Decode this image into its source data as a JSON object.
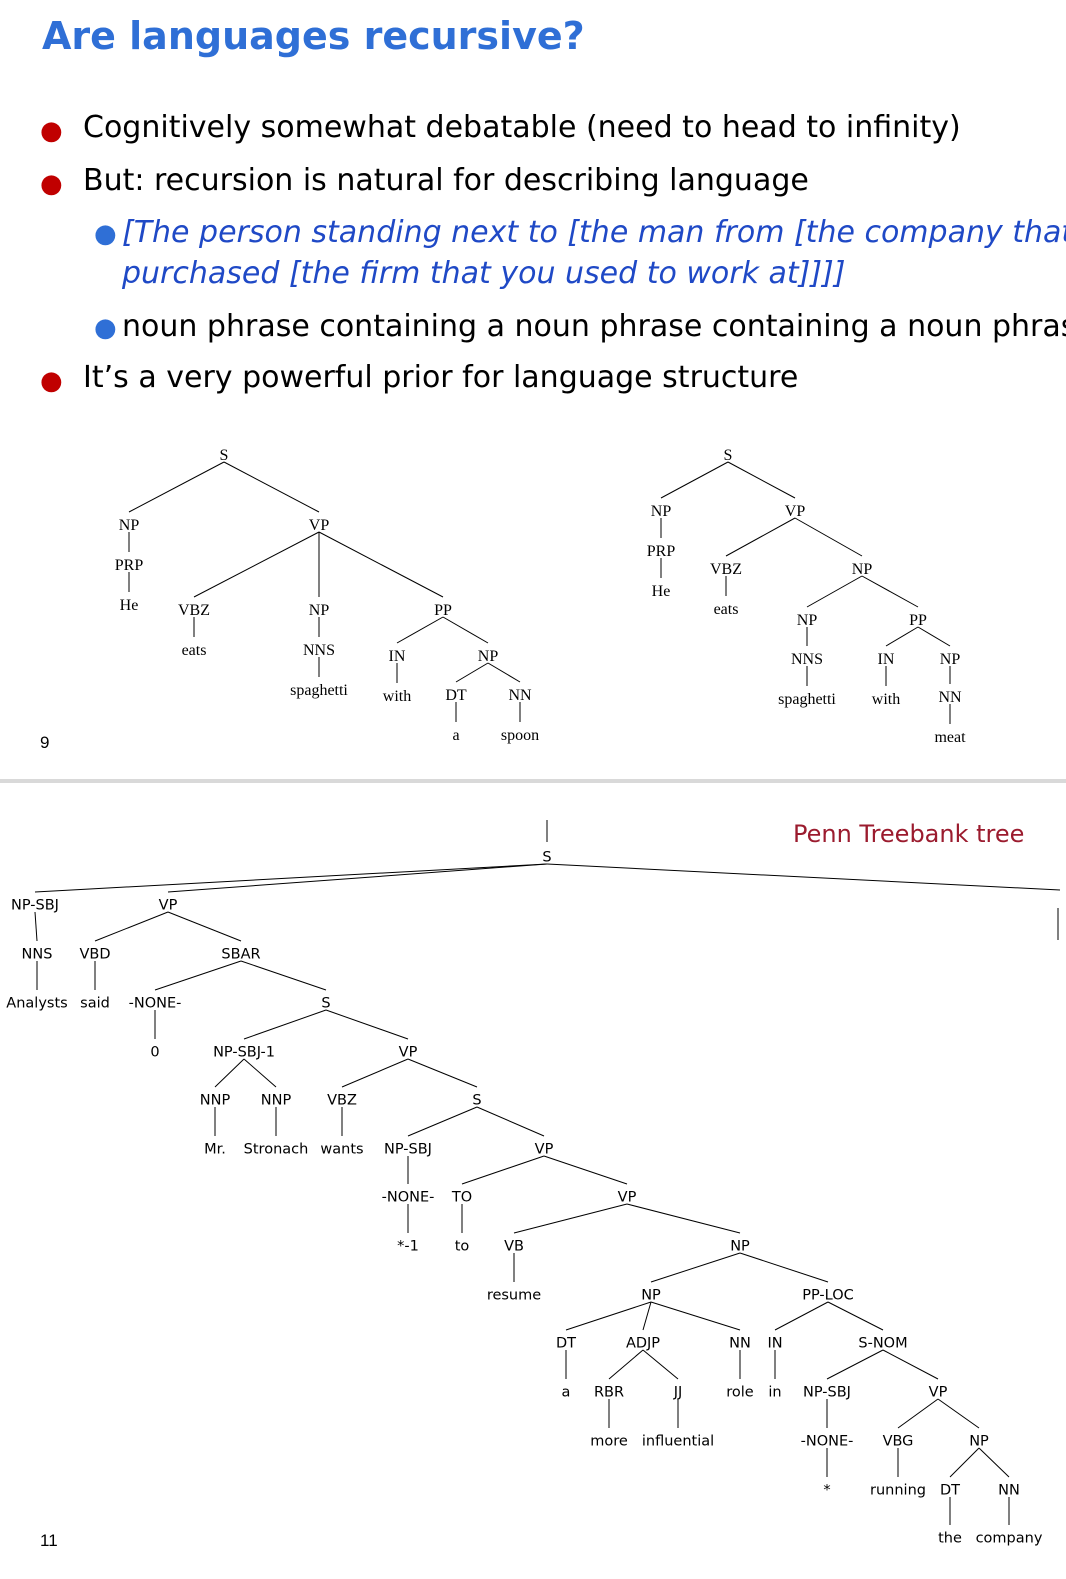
{
  "slide9": {
    "title": "Are languages recursive?",
    "bullets": [
      "Cognitively somewhat debatable (need to head to infinity)",
      "But: recursion is natural for describing language"
    ],
    "sub_bullets": [
      "[The person standing next to [the man from [the company that",
      "purchased [the firm that you used to work at]]]]",
      "noun phrase containing a noun phrase containing a noun phrase"
    ],
    "last_bullet": "It’s a very powerful prior for language structure",
    "page_number": "9"
  },
  "slide11": {
    "note": "Penn Treebank tree",
    "page_number": "11"
  },
  "tree_left": {
    "nodes": [
      {
        "id": "S",
        "t": "S"
      },
      {
        "id": "NP",
        "t": "NP"
      },
      {
        "id": "VP",
        "t": "VP"
      },
      {
        "id": "PRP",
        "t": "PRP"
      },
      {
        "id": "He",
        "t": "He"
      },
      {
        "id": "VBZ",
        "t": "VBZ"
      },
      {
        "id": "eats",
        "t": "eats"
      },
      {
        "id": "NP2",
        "t": "NP"
      },
      {
        "id": "NNS",
        "t": "NNS"
      },
      {
        "id": "spag",
        "t": "spaghetti"
      },
      {
        "id": "PP",
        "t": "PP"
      },
      {
        "id": "IN",
        "t": "IN"
      },
      {
        "id": "with",
        "t": "with"
      },
      {
        "id": "NP3",
        "t": "NP"
      },
      {
        "id": "DT",
        "t": "DT"
      },
      {
        "id": "a",
        "t": "a"
      },
      {
        "id": "NN",
        "t": "NN"
      },
      {
        "id": "spoon",
        "t": "spoon"
      }
    ]
  },
  "tree_right": {
    "nodes": [
      {
        "id": "S",
        "t": "S"
      },
      {
        "id": "NP",
        "t": "NP"
      },
      {
        "id": "VP",
        "t": "VP"
      },
      {
        "id": "PRP",
        "t": "PRP"
      },
      {
        "id": "He",
        "t": "He"
      },
      {
        "id": "VBZ",
        "t": "VBZ"
      },
      {
        "id": "eats",
        "t": "eats"
      },
      {
        "id": "NP2",
        "t": "NP"
      },
      {
        "id": "NP3",
        "t": "NP"
      },
      {
        "id": "NNS",
        "t": "NNS"
      },
      {
        "id": "spag",
        "t": "spaghetti"
      },
      {
        "id": "PP",
        "t": "PP"
      },
      {
        "id": "IN",
        "t": "IN"
      },
      {
        "id": "with",
        "t": "with"
      },
      {
        "id": "NP4",
        "t": "NP"
      },
      {
        "id": "NN",
        "t": "NN"
      },
      {
        "id": "meat",
        "t": "meat"
      }
    ]
  },
  "tree_ptb": {
    "nodes": [
      {
        "id": "S0",
        "t": "S"
      },
      {
        "id": "NPSBJ",
        "t": "NP-SBJ"
      },
      {
        "id": "NNS",
        "t": "NNS"
      },
      {
        "id": "Analysts",
        "t": "Analysts"
      },
      {
        "id": "VP1",
        "t": "VP"
      },
      {
        "id": "VBD",
        "t": "VBD"
      },
      {
        "id": "said",
        "t": "said"
      },
      {
        "id": "SBAR",
        "t": "SBAR"
      },
      {
        "id": "NONE1",
        "t": "-NONE-"
      },
      {
        "id": "zero",
        "t": "0"
      },
      {
        "id": "S1",
        "t": "S"
      },
      {
        "id": "NPSBJ1",
        "t": "NP-SBJ-1"
      },
      {
        "id": "NNP1",
        "t": "NNP"
      },
      {
        "id": "Mr",
        "t": "Mr."
      },
      {
        "id": "NNP2",
        "t": "NNP"
      },
      {
        "id": "Stronach",
        "t": "Stronach"
      },
      {
        "id": "VP2",
        "t": "VP"
      },
      {
        "id": "VBZ",
        "t": "VBZ"
      },
      {
        "id": "wants",
        "t": "wants"
      },
      {
        "id": "S2",
        "t": "S"
      },
      {
        "id": "NPSBJ2",
        "t": "NP-SBJ"
      },
      {
        "id": "NONE2",
        "t": "-NONE-"
      },
      {
        "id": "star1",
        "t": "*-1"
      },
      {
        "id": "VP3",
        "t": "VP"
      },
      {
        "id": "TO",
        "t": "TO"
      },
      {
        "id": "to",
        "t": "to"
      },
      {
        "id": "VP4",
        "t": "VP"
      },
      {
        "id": "VB",
        "t": "VB"
      },
      {
        "id": "resume",
        "t": "resume"
      },
      {
        "id": "NP5",
        "t": "NP"
      },
      {
        "id": "NP6",
        "t": "NP"
      },
      {
        "id": "DT",
        "t": "DT"
      },
      {
        "id": "a",
        "t": "a"
      },
      {
        "id": "ADJP",
        "t": "ADJP"
      },
      {
        "id": "RBR",
        "t": "RBR"
      },
      {
        "id": "more",
        "t": "more"
      },
      {
        "id": "JJ",
        "t": "JJ"
      },
      {
        "id": "influential",
        "t": "influential"
      },
      {
        "id": "NN",
        "t": "NN"
      },
      {
        "id": "role",
        "t": "role"
      },
      {
        "id": "PPLOC",
        "t": "PP-LOC"
      },
      {
        "id": "IN",
        "t": "IN"
      },
      {
        "id": "in",
        "t": "in"
      },
      {
        "id": "SNOM",
        "t": "S-NOM"
      },
      {
        "id": "NPSBJ3",
        "t": "NP-SBJ"
      },
      {
        "id": "NONE3",
        "t": "-NONE-"
      },
      {
        "id": "star",
        "t": "*"
      },
      {
        "id": "VP5",
        "t": "VP"
      },
      {
        "id": "VBG",
        "t": "VBG"
      },
      {
        "id": "running",
        "t": "running"
      },
      {
        "id": "NP7",
        "t": "NP"
      },
      {
        "id": "DT2",
        "t": "DT"
      },
      {
        "id": "the",
        "t": "the"
      },
      {
        "id": "NN2",
        "t": "NN"
      },
      {
        "id": "company",
        "t": "company"
      }
    ]
  }
}
